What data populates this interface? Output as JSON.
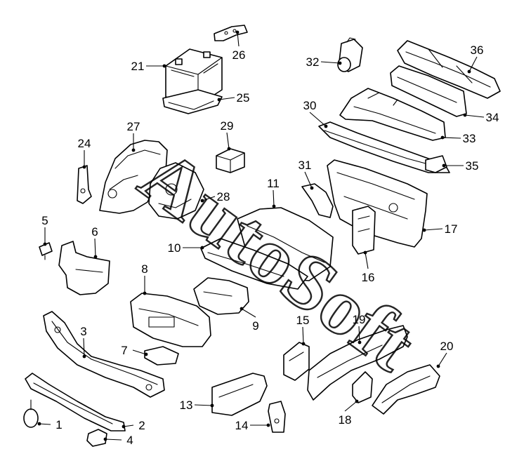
{
  "watermark": "AutoSoft",
  "callouts": [
    "1",
    "2",
    "3",
    "4",
    "5",
    "6",
    "8",
    "7",
    "9",
    "10",
    "11",
    "13",
    "14",
    "15",
    "16",
    "17",
    "18",
    "19",
    "20",
    "21",
    "24",
    "25",
    "26",
    "27",
    "28",
    "29",
    "30",
    "31",
    "32",
    "33",
    "34",
    "35",
    "36"
  ]
}
